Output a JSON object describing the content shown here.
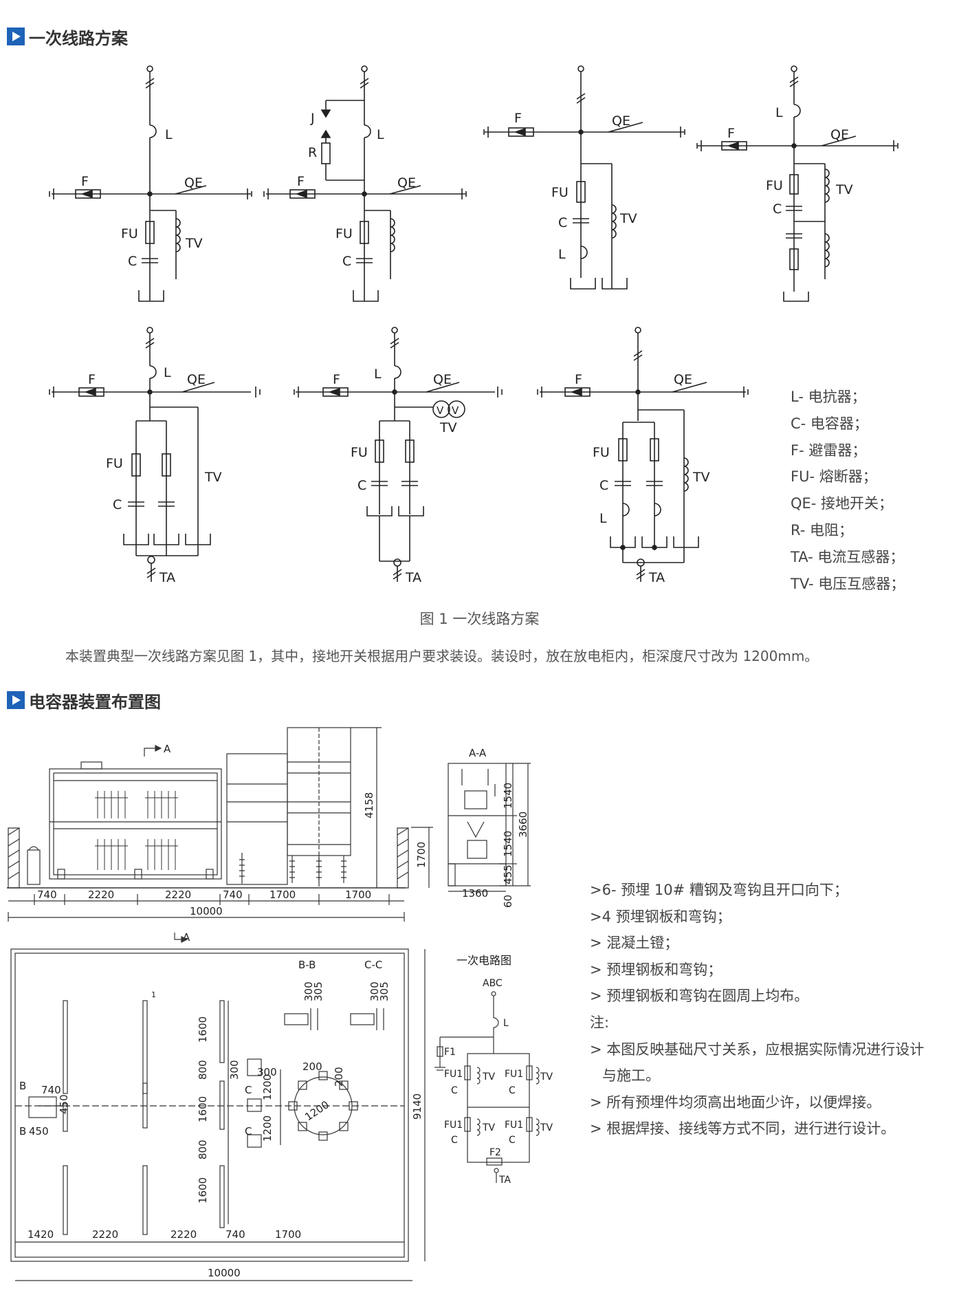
{
  "sections": {
    "primary": "一次线路方案",
    "layout": "电容器装置布置图"
  },
  "figure_caption": "图 1  一次线路方案",
  "description": "本装置典型一次线路方案见图 1，其中，接地开关根据用户要求装设。装设时，放在放电柜内，柜深度尺寸改为 1200mm。",
  "legend": [
    "L- 电抗器；",
    "C- 电容器；",
    "F- 避雷器；",
    "FU- 熔断器；",
    "QE- 接地开关；",
    "R- 电阻；",
    "TA- 电流互感器；",
    "TV- 电压互感器；"
  ],
  "notes": [
    ">6- 预埋 10# 糟钢及弯钩且开口向下；",
    ">4 预埋钢板和弯钩；",
    "> 混凝土镫；",
    "> 预埋钢板和弯钩；",
    "> 预埋钢板和弯钩在圆周上均布。",
    "注:",
    "> 本图反映基础尺寸关系，应根据实际情况进行设计",
    "与施工。",
    "> 所有预埋件均须高出地面少许，以便焊接。",
    "> 根据焊接、接线等方式不同，进行进行设计。"
  ],
  "labels": {
    "L": "L",
    "C": "C",
    "F": "F",
    "FU": "FU",
    "QE": "QE",
    "TV": "TV",
    "TA": "TA",
    "J": "J",
    "R": "R",
    "F1": "F1",
    "F2": "F2",
    "FU1": "FU1",
    "ABC": "ABC",
    "A": "A",
    "B": "B",
    "AA": "A-A",
    "BB": "B-B",
    "CC": "C-C",
    "primary_circuit": "一次电路图"
  },
  "dims_elevation": [
    "740",
    "2220",
    "2220",
    "740",
    "1700",
    "1700",
    "10000",
    "4158",
    "1700"
  ],
  "dims_aa": [
    "1540",
    "1540",
    "3660",
    "455",
    "60",
    "1360"
  ],
  "dims_plan": [
    "1420",
    "2220",
    "2220",
    "740",
    "1700",
    "10000",
    "9140",
    "740",
    "450",
    "450",
    "1600",
    "800",
    "1600",
    "800",
    "1600",
    "300",
    "300",
    "1200",
    "1200",
    "200",
    "200",
    "1200",
    "300",
    "305",
    "300",
    "305",
    "1"
  ],
  "colors": {
    "accent": "#1e63b8",
    "line": "#222222"
  }
}
